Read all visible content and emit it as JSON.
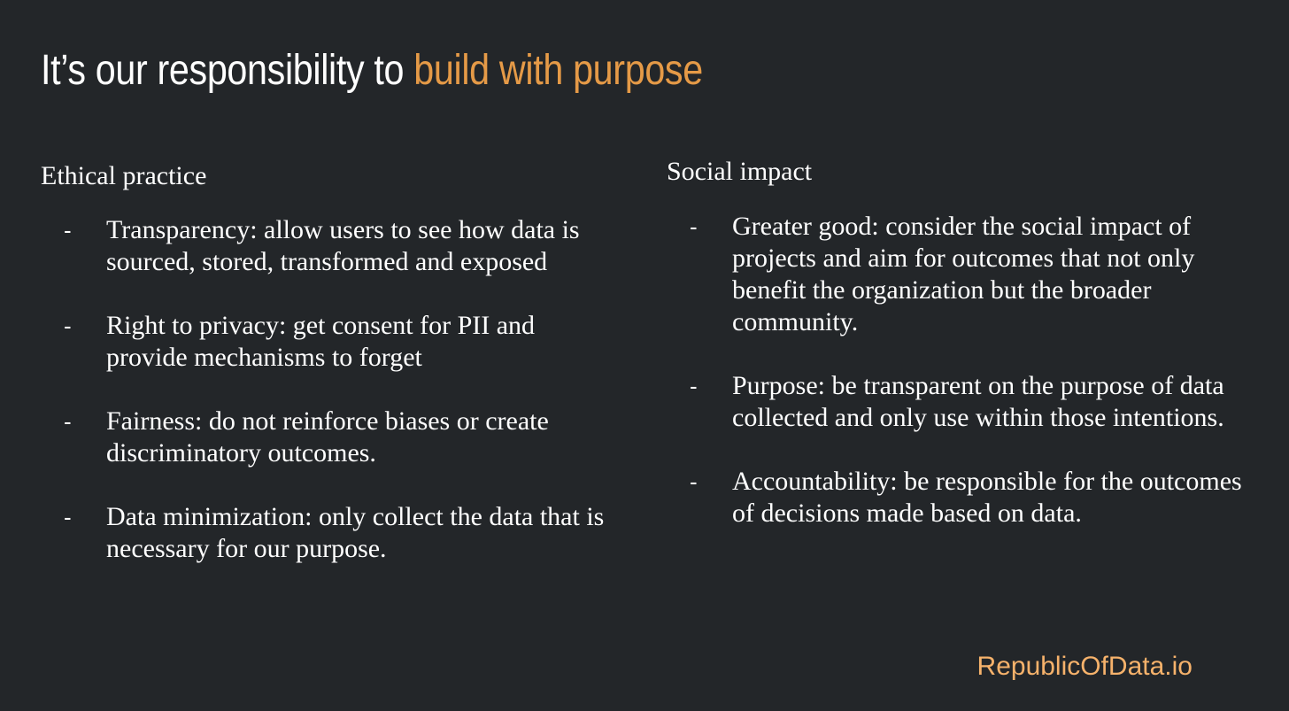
{
  "slide": {
    "title": {
      "lead": "It’s our responsibility to ",
      "accent": "build with purpose"
    },
    "left_column": {
      "heading": "Ethical practice",
      "items": [
        {
          "dash": "-",
          "text": "Transparency: allow users to see how data is sourced, stored, transformed and exposed"
        },
        {
          "dash": "-",
          "text": "Right to privacy: get consent for PII and provide mechanisms to forget"
        },
        {
          "dash": "-",
          "text": "Fairness: do not reinforce biases or create discriminatory outcomes."
        },
        {
          "dash": "-",
          "text": "Data minimization: only collect the data that is necessary for our purpose."
        }
      ]
    },
    "right_column": {
      "heading": "Social impact",
      "items": [
        {
          "dash": "-",
          "text": "Greater good: consider the social impact of projects and aim for outcomes that not only benefit the organization but the broader community."
        },
        {
          "dash": "-",
          "text": "Purpose: be transparent on the purpose of data collected and only use within those intentions."
        },
        {
          "dash": "-",
          "text": "Accountability: be responsible for the outcomes of decisions made based on data."
        }
      ]
    },
    "footer": {
      "brand": "RepublicOfData.io"
    },
    "colors": {
      "background": "#232629",
      "text": "#ffffff",
      "title_accent": "#e59a47",
      "brand": "#f6b26b"
    }
  }
}
